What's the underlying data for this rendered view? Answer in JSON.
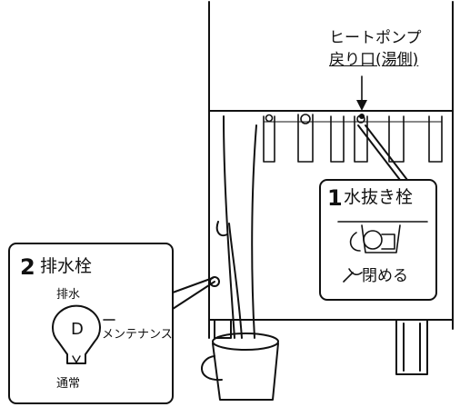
{
  "heat_pump_label": {
    "line1": "ヒートポンプ",
    "line2": "戻り口(湯側)"
  },
  "callout_1": {
    "number": "1",
    "title": "水抜き栓",
    "action": "閉める"
  },
  "callout_2": {
    "number": "2",
    "title": "排水栓",
    "mark_top": "排水",
    "dial_letter": "D",
    "mark_right": "メンテナンス",
    "mark_bottom": "通常"
  }
}
